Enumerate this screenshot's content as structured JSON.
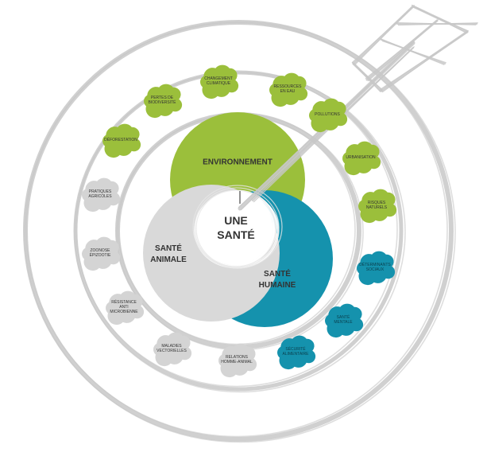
{
  "center": {
    "label": "UNE\nSANTÉ"
  },
  "circles": [
    {
      "key": "environnement",
      "label": "ENVIRONNEMENT",
      "color": "#9bbf3b"
    },
    {
      "key": "animale",
      "label": "SANTÉ\nANIMALE",
      "color": "#d9d9d9"
    },
    {
      "key": "humaine",
      "label": "SANTÉ\nHUMAINE",
      "color": "#1592ad"
    }
  ],
  "colors": {
    "green": "#9bbf3b",
    "grey": "#d4d4d4",
    "blue": "#1592ad",
    "ring": "#c8c8c8"
  },
  "factors": [
    {
      "label": "CHANGEMENT\nCLIMATIQUE",
      "color": "green"
    },
    {
      "label": "RESSOURCES\nEN EAU",
      "color": "green"
    },
    {
      "label": "POLLUTIONS",
      "color": "green"
    },
    {
      "label": "URBANISATION",
      "color": "green"
    },
    {
      "label": "RISQUES\nNATURELS",
      "color": "green"
    },
    {
      "label": "DÉTERMINANTS\nSOCIAUX",
      "color": "blue"
    },
    {
      "label": "SANTÉ\nMENTALE",
      "color": "blue"
    },
    {
      "label": "SÉCURITÉ\nALIMENTAIRE",
      "color": "blue"
    },
    {
      "label": "RELATIONS\nHOMME-ANIMAL",
      "color": "grey"
    },
    {
      "label": "MALADIES\nVECTORIELLES",
      "color": "grey"
    },
    {
      "label": "RÉSISTANCE\nANTI\nMICROBIENNE",
      "color": "grey"
    },
    {
      "label": "ZOONOSE\nÉPIZOOTIE",
      "color": "grey"
    },
    {
      "label": "PRATIQUES\nAGRICOLES",
      "color": "grey"
    },
    {
      "label": "DÉFORESTATION",
      "color": "green"
    },
    {
      "label": "PERTES DE\nBIODIVERSITÉ",
      "color": "green"
    }
  ]
}
